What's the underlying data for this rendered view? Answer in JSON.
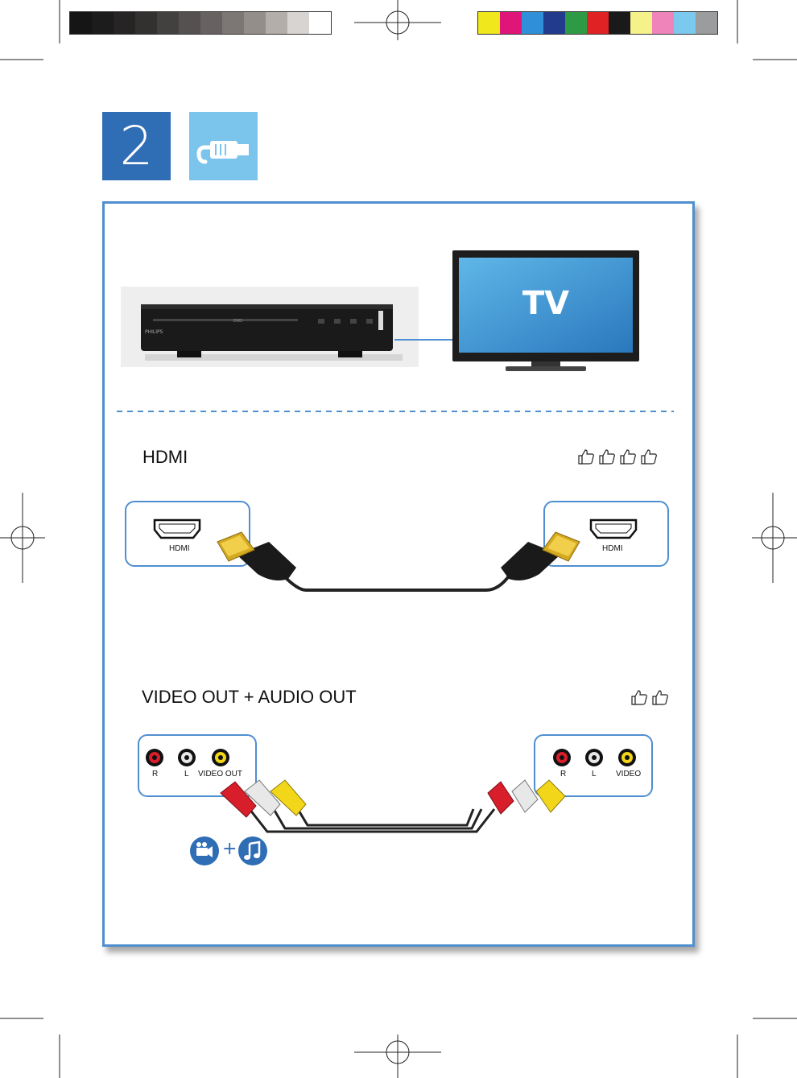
{
  "step": {
    "number": "2",
    "icon": "cable-plug-icon"
  },
  "printer_marks": {
    "gray_swatches": [
      "#151515",
      "#1c1c1c",
      "#262424",
      "#333030",
      "#434040",
      "#555151",
      "#676261",
      "#7c7674",
      "#948e8b",
      "#b3aeaa",
      "#d8d4d1",
      "#ffffff"
    ],
    "color_swatches": [
      "#f0e81c",
      "#e0157a",
      "#2f8fd8",
      "#223b8c",
      "#2f9a45",
      "#e02225",
      "#1a1a1a",
      "#f6f28a",
      "#ef84bb",
      "#7bc9ee",
      "#9a9c9e"
    ]
  },
  "devices": {
    "player_brand": "PHILIPS",
    "player_disc_logo": "DVD",
    "tv_label": "TV"
  },
  "hdmi_section": {
    "title": "HDMI",
    "rating": 4,
    "left_port_label": "HDMI",
    "right_port_label": "HDMI"
  },
  "av_section": {
    "title": "VIDEO OUT + AUDIO OUT",
    "rating": 2,
    "left_ports": [
      "R",
      "L",
      "VIDEO OUT"
    ],
    "right_ports": [
      "R",
      "L",
      "VIDEO"
    ],
    "port_colors": {
      "R": "#d81e2a",
      "L": "#e8e8e8",
      "VIDEO": "#f2d61a"
    },
    "media_icons": [
      "video-camera-icon",
      "music-note-icon"
    ],
    "plus_sign": "+"
  },
  "colors": {
    "accent_blue": "#2f6db5",
    "light_blue": "#7bc4ec",
    "frame_blue": "#4f8fd0"
  }
}
